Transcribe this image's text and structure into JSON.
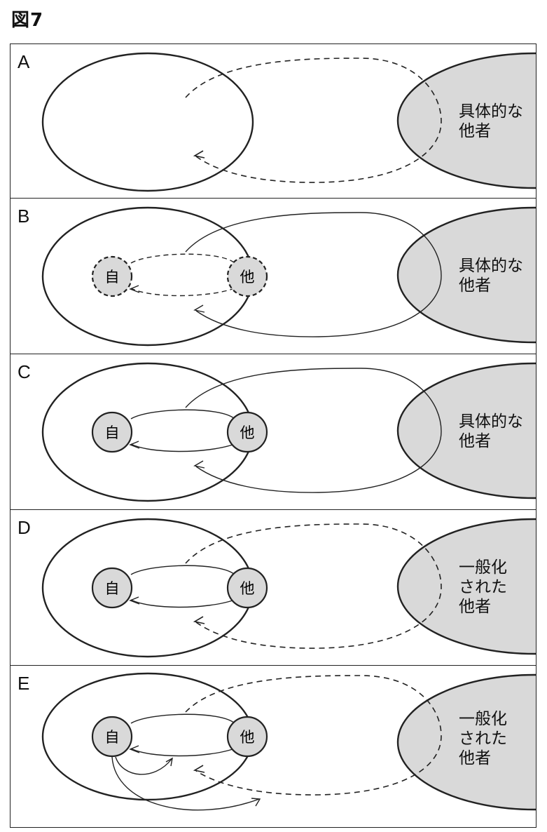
{
  "figure_title": "図7",
  "colors": {
    "fill_gray": "#d9d9d9",
    "stroke": "#222222"
  },
  "panels": [
    {
      "id": "A",
      "label": "A",
      "other_lines": [
        "具体的な",
        "他者"
      ],
      "big_loop": "dashed",
      "inner_nodes": false,
      "inner_loop": "none",
      "self_arc": false
    },
    {
      "id": "B",
      "label": "B",
      "other_lines": [
        "具体的な",
        "他者"
      ],
      "big_loop": "solid",
      "inner_nodes": "dashed",
      "inner_loop": "dashed",
      "self_arc": false,
      "self": "自",
      "other": "他"
    },
    {
      "id": "C",
      "label": "C",
      "other_lines": [
        "具体的な",
        "他者"
      ],
      "big_loop": "solid",
      "inner_nodes": "solid",
      "inner_loop": "solid",
      "self_arc": false,
      "self": "自",
      "other": "他"
    },
    {
      "id": "D",
      "label": "D",
      "other_lines": [
        "一般化",
        "された",
        "他者"
      ],
      "big_loop": "dashed",
      "inner_nodes": "solid",
      "inner_loop": "solid",
      "self_arc": false,
      "self": "自",
      "other": "他"
    },
    {
      "id": "E",
      "label": "E",
      "other_lines": [
        "一般化",
        "された",
        "他者"
      ],
      "big_loop": "dashed",
      "inner_nodes": "solid",
      "inner_loop": "solid",
      "self_arc": true,
      "self": "自",
      "other": "他"
    }
  ]
}
